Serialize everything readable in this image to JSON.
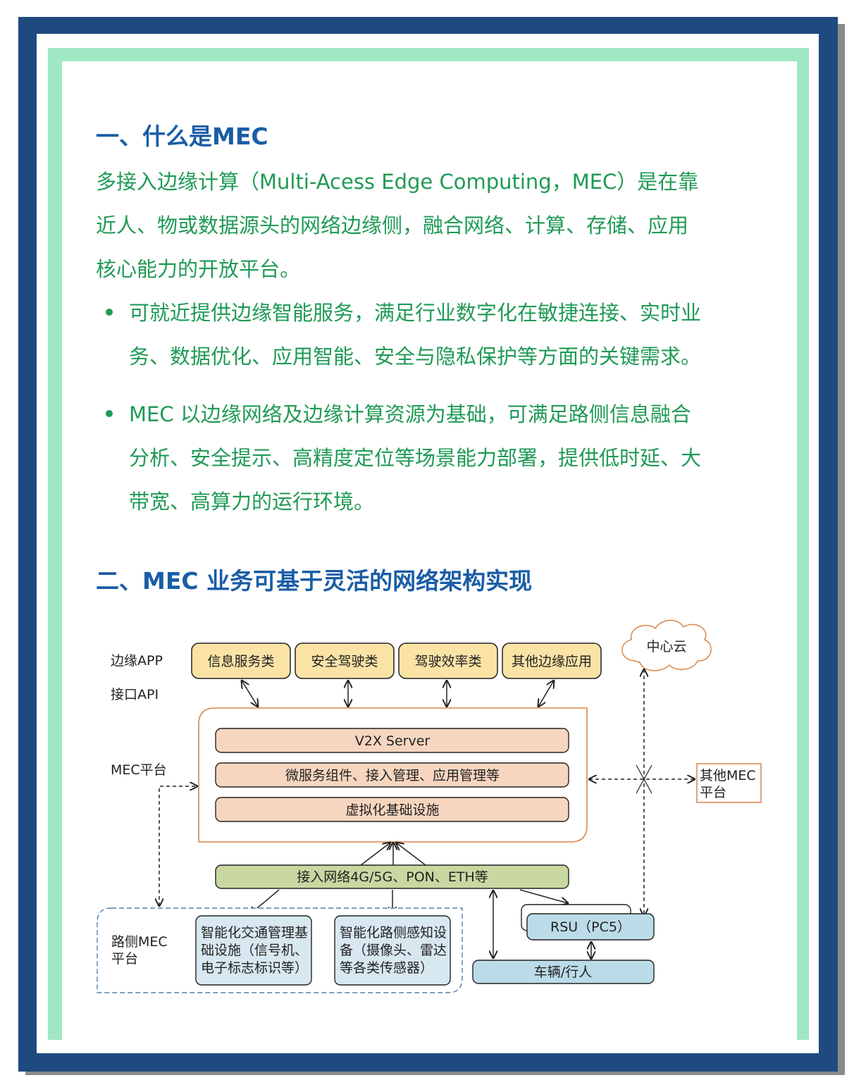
{
  "section1": {
    "heading": "一、什么是MEC",
    "intro_lines": [
      "多接入边缘计算（Multi-Acess Edge Computing，MEC）是在靠",
      "近人、物或数据源头的网络边缘侧，融合网络、计算、存储、应用",
      "核心能力的开放平台。"
    ],
    "bullets": [
      {
        "lines": [
          "可就近提供边缘智能服务，满足行业数字化在敏捷连接、实时业",
          "务、数据优化、应用智能、安全与隐私保护等方面的关键需求。"
        ]
      },
      {
        "lines": [
          "MEC 以边缘网络及边缘计算资源为基础，可满足路侧信息融合",
          "分析、安全提示、高精度定位等场景能力部署，提供低时延、大",
          "带宽、高算力的运行环境。"
        ]
      }
    ]
  },
  "section2": {
    "heading": "二、MEC 业务可基于灵活的网络架构实现"
  },
  "diagram": {
    "left_labels": {
      "edge_app": "边缘APP",
      "api": "接口API",
      "mec_platform": "MEC平台",
      "roadside_line1": "路侧MEC",
      "roadside_line2": "平台"
    },
    "apps": [
      "信息服务类",
      "安全驾驶类",
      "驾驶效率类",
      "其他边缘应用"
    ],
    "cloud": "中心云",
    "layers": [
      "V2X Server",
      "微服务组件、接入管理、应用管理等",
      "虚拟化基础设施"
    ],
    "other_mec_line1": "其他MEC",
    "other_mec_line2": "平台",
    "access_network": "接入网络4G/5G、PON、ETH等",
    "traffic_lines": [
      "智能化交通管理基",
      "础设施（信号机、",
      "电子标志标识等）"
    ],
    "sensing_lines": [
      "智能化路侧感知设",
      "备（摄像头、雷达",
      "等各类传感器）"
    ],
    "rsu": "RSU（PC5）",
    "vehicle": "车辆/行人",
    "colors": {
      "app_fill": "#fbe3a6",
      "layer_fill": "#f7d6bf",
      "platform_border": "#d9864a",
      "access_fill": "#c9d7a1",
      "device_fill": "#d8e8f0",
      "rsu_fill": "#bcdbe8"
    }
  }
}
